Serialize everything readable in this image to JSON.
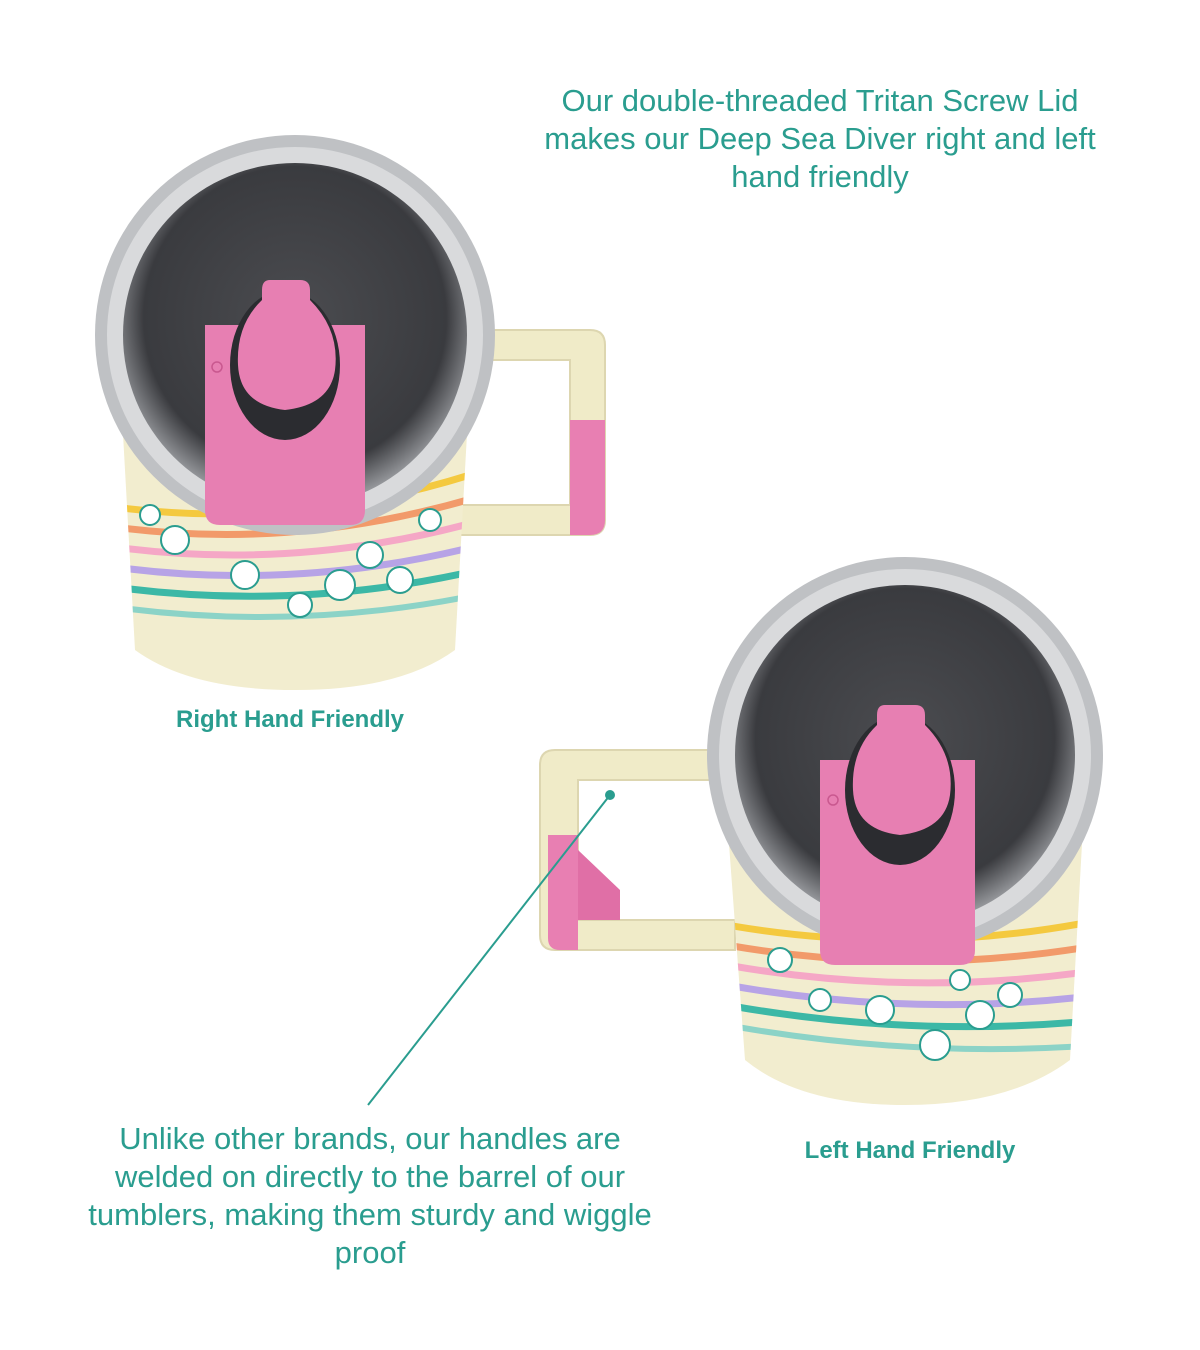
{
  "captions": {
    "top": "Our double-threaded Tritan Screw Lid makes our Deep Sea Diver right and left hand friendly",
    "bottom": "Unlike other brands, our handles are welded on directly to the barrel of our tumblers, making them sturdy and wiggle proof"
  },
  "labels": {
    "right": "Right Hand Friendly",
    "left": "Left Hand Friendly"
  },
  "colors": {
    "accent": "#2a9d8f",
    "body": "#f2edcf",
    "lid_pink": "#e77fb2",
    "lid_dark": "#3a3b3f"
  }
}
